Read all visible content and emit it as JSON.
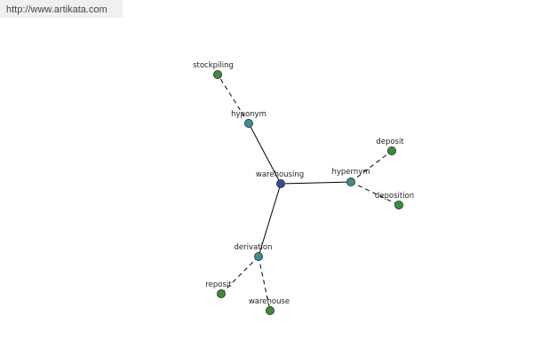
{
  "header": {
    "url_text": "http://www.artikata.com"
  },
  "colors": {
    "center": "#3e4c8c",
    "relation": "#3f8d8c",
    "leaf": "#3f8a3a",
    "edge": "#000000",
    "outline": "#1f2f2f"
  },
  "nodes": [
    {
      "id": "warehousing",
      "label": "warehousing",
      "kind": "center"
    },
    {
      "id": "hyponym",
      "label": "hyponym",
      "kind": "relation"
    },
    {
      "id": "hypernym",
      "label": "hypernym",
      "kind": "relation"
    },
    {
      "id": "derivation",
      "label": "derivation",
      "kind": "relation"
    },
    {
      "id": "stockpiling",
      "label": "stockpiling",
      "kind": "leaf"
    },
    {
      "id": "deposit",
      "label": "deposit",
      "kind": "leaf"
    },
    {
      "id": "deposition",
      "label": "deposition",
      "kind": "leaf"
    },
    {
      "id": "reposit",
      "label": "reposit",
      "kind": "leaf"
    },
    {
      "id": "warehouse",
      "label": "warehouse",
      "kind": "leaf"
    }
  ],
  "edges": [
    {
      "from": "warehousing",
      "to": "hyponym",
      "style": "solid"
    },
    {
      "from": "warehousing",
      "to": "hypernym",
      "style": "solid"
    },
    {
      "from": "warehousing",
      "to": "derivation",
      "style": "solid"
    },
    {
      "from": "hyponym",
      "to": "stockpiling",
      "style": "dashed"
    },
    {
      "from": "hypernym",
      "to": "deposit",
      "style": "dashed"
    },
    {
      "from": "hypernym",
      "to": "deposition",
      "style": "dashed"
    },
    {
      "from": "derivation",
      "to": "reposit",
      "style": "dashed"
    },
    {
      "from": "derivation",
      "to": "warehouse",
      "style": "dashed"
    }
  ]
}
